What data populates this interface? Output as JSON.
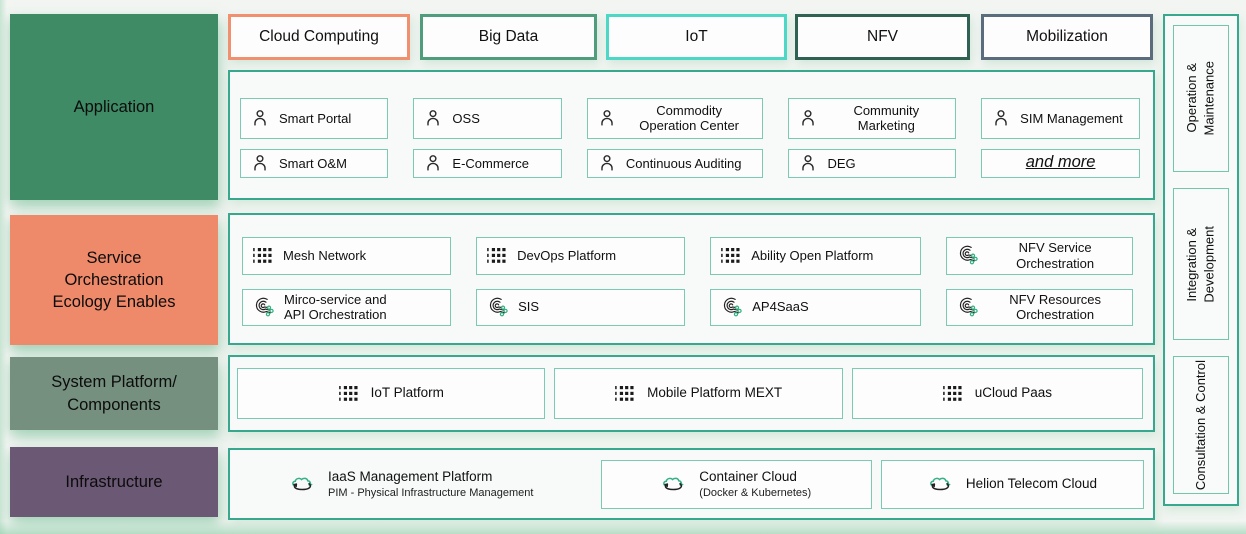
{
  "layers": [
    {
      "label": "Application",
      "bg": "#3e8b66"
    },
    {
      "label": "Service\nOrchestration\nEcology Enables",
      "bg": "#ee8a6a"
    },
    {
      "label": "System Platform/\nComponents",
      "bg": "#75907e"
    },
    {
      "label": "Infrastructure",
      "bg": "#6a5874"
    }
  ],
  "categories": [
    {
      "label": "Cloud Computing",
      "border": "#f0906e"
    },
    {
      "label": "Big Data",
      "border": "#4f9d7d"
    },
    {
      "label": "IoT",
      "border": "#4cd7c6"
    },
    {
      "label": "NFV",
      "border": "#2f6252"
    },
    {
      "label": "Mobilization",
      "border": "#5b6c7c"
    }
  ],
  "sections": {
    "application": {
      "items": [
        {
          "icon": "person-icon",
          "label": "Smart Portal"
        },
        {
          "icon": "person-icon",
          "label": "OSS"
        },
        {
          "icon": "person-icon",
          "label": "Commodity\nOperation Center",
          "variant": "centered"
        },
        {
          "icon": "person-icon",
          "label": "Community\nMarketing",
          "variant": "centered"
        },
        {
          "icon": "person-icon",
          "label": "SIM Management"
        },
        {
          "icon": "person-icon",
          "label": "Smart O&M"
        },
        {
          "icon": "person-icon",
          "label": "E-Commerce"
        },
        {
          "icon": "person-icon",
          "label": "Continuous Auditing"
        },
        {
          "icon": "person-icon",
          "label": "DEG"
        },
        {
          "label": "and more",
          "variant": "emphasis"
        }
      ]
    },
    "service": {
      "items": [
        {
          "icon": "grid-icon",
          "label": "Mesh Network"
        },
        {
          "icon": "grid-icon",
          "label": "DevOps Platform"
        },
        {
          "icon": "grid-icon",
          "label": "Ability Open Platform"
        },
        {
          "icon": "flow-icon",
          "label": "NFV Service\nOrchestration",
          "variant": "centered"
        },
        {
          "icon": "flow-icon",
          "label": "Mirco-service and\nAPI Orchestration"
        },
        {
          "icon": "flow-icon",
          "label": "SIS"
        },
        {
          "icon": "flow-icon",
          "label": "AP4SaaS"
        },
        {
          "icon": "flow-icon",
          "label": "NFV Resources\nOrchestration",
          "variant": "centered"
        }
      ]
    },
    "system": {
      "items": [
        {
          "icon": "grid-icon",
          "label": "IoT Platform",
          "variant": "row-centered"
        },
        {
          "icon": "grid-icon",
          "label": "Mobile Platform MEXT",
          "variant": "row-centered"
        },
        {
          "icon": "grid-icon",
          "label": "uCloud Paas",
          "variant": "row-centered"
        }
      ]
    },
    "infrastructure": {
      "items": [
        {
          "icon": "cloud-cycle-icon",
          "label": "IaaS Management Platform",
          "sub": "PIM - Physical Infrastructure Management",
          "variant": "plain"
        },
        {
          "icon": "cloud-cycle-icon",
          "label": "Container Cloud",
          "sub": "(Docker & Kubernetes)",
          "variant": "row-centered"
        },
        {
          "icon": "cloud-cycle-icon",
          "label": "Helion Telecom Cloud",
          "variant": "row-centered"
        }
      ]
    }
  },
  "sidebar": {
    "items": [
      {
        "label": "Operation &\nMaintenance"
      },
      {
        "label": "Integration &\nDevelopment"
      },
      {
        "label": "Consultation & Control"
      }
    ]
  },
  "colors": {
    "container_border": "#37a78e",
    "item_border": "#7bcab3",
    "flow_node_green": "#2fae7e",
    "cloud_arrow_green": "#36b087",
    "page_bg": "#f2f5f2"
  }
}
